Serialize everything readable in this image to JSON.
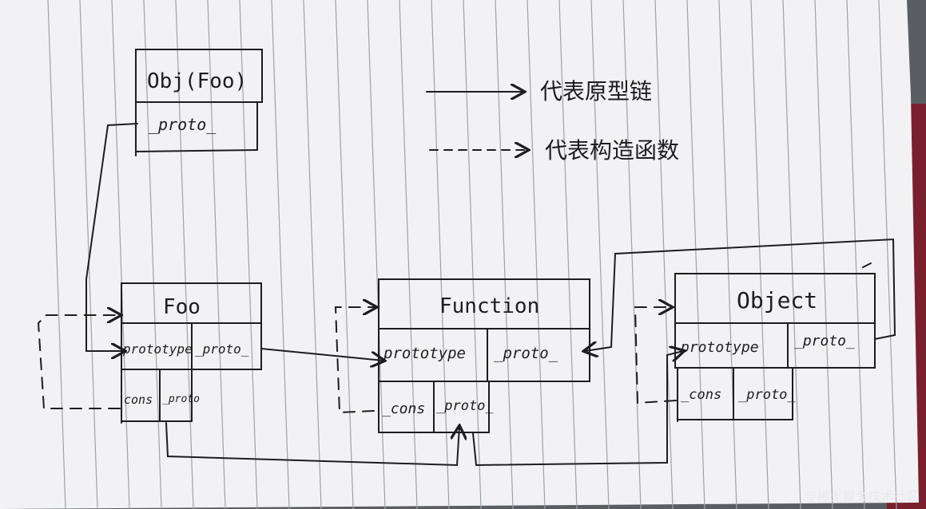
{
  "diagram": {
    "legend": {
      "solid_label": "代表原型链",
      "dashed_label": "代表构造函数"
    },
    "boxes": {
      "obj": {
        "title": "Obj(Foo)",
        "proto": "_proto_"
      },
      "foo": {
        "title": "Foo",
        "prototype": "prototype",
        "proto": "_proto_",
        "cons": "cons",
        "cons_proto": "_proto"
      },
      "function": {
        "title": "Function",
        "prototype": "prototype",
        "proto": "_proto_",
        "cons": "_cons",
        "cons_proto": "_proto_"
      },
      "object": {
        "title": "Object",
        "prototype": "prototype",
        "proto": "_proto_",
        "cons": "_cons",
        "cons_proto": "_proto_"
      }
    }
  },
  "watermark": "@稀土掘金技术社区",
  "colors": {
    "ink": "#1d1d1f",
    "paper": "#f2f2f4",
    "rule": "#9aa3ad"
  }
}
